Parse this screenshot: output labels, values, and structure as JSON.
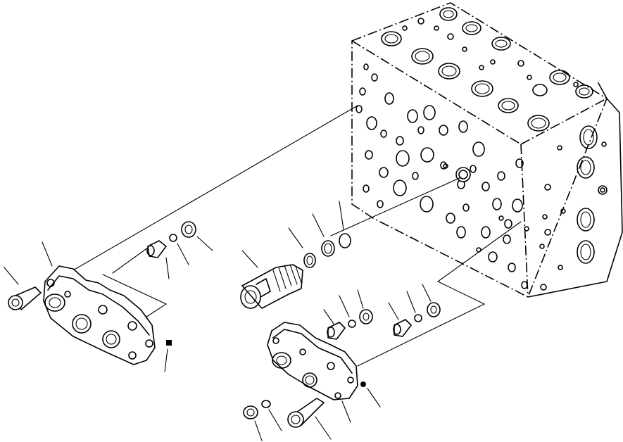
{
  "diagram": {
    "kind": "exploded-parts-view",
    "parts": [
      {
        "id": "valve-body",
        "icon": "control-valve-block"
      },
      {
        "id": "left-cover",
        "icon": "valve-cover-plate"
      },
      {
        "id": "right-cover",
        "icon": "valve-cover-plate"
      },
      {
        "id": "relief-valve",
        "icon": "relief-valve-cartridge"
      },
      {
        "id": "bolt",
        "icon": "hex-bolt"
      },
      {
        "id": "plug",
        "icon": "hex-plug"
      },
      {
        "id": "o-ring",
        "icon": "o-ring"
      },
      {
        "id": "backup-ring",
        "icon": "backup-ring"
      },
      {
        "id": "spring-seat",
        "icon": "spring-seat"
      },
      {
        "id": "ball",
        "icon": "check-ball"
      },
      {
        "id": "poppet",
        "icon": "poppet-cylinder"
      },
      {
        "id": "pin",
        "icon": "dowel-pin"
      }
    ],
    "colors": {
      "line": "#000000",
      "background": "#ffffff"
    }
  }
}
